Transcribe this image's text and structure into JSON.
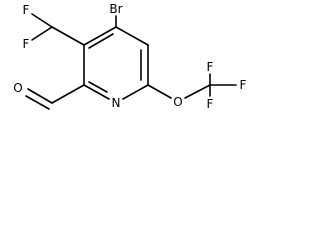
{
  "diagram": {
    "type": "chemical-structure",
    "atom_labels": {
      "br": "Br",
      "f_upper": "F",
      "f_lower": "F",
      "n": "N",
      "o_aldehyde": "O",
      "o_ether": "O",
      "f_cf3_top": "F",
      "f_cf3_right": "F",
      "f_cf3_bottom": "F"
    }
  }
}
